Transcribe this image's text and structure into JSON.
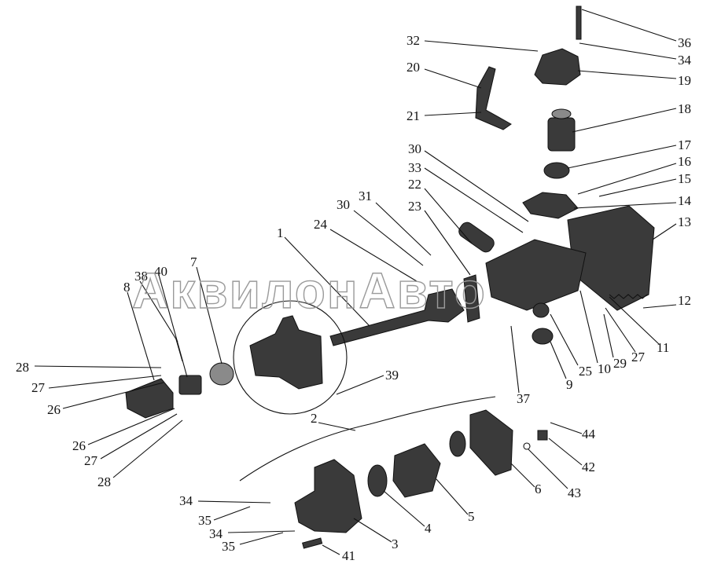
{
  "watermark": "АквилонАвто",
  "callouts": [
    "36",
    "32",
    "34",
    "20",
    "19",
    "21",
    "18",
    "17",
    "30",
    "33",
    "16",
    "22",
    "15",
    "14",
    "23",
    "31",
    "30",
    "24",
    "1",
    "13",
    "40",
    "38",
    "8",
    "7",
    "12",
    "11",
    "27",
    "29",
    "10",
    "25",
    "9",
    "37",
    "39",
    "28",
    "27",
    "26",
    "26",
    "27",
    "28",
    "2",
    "44",
    "42",
    "6",
    "43",
    "5",
    "4",
    "34",
    "35",
    "34",
    "35",
    "3",
    "41"
  ]
}
